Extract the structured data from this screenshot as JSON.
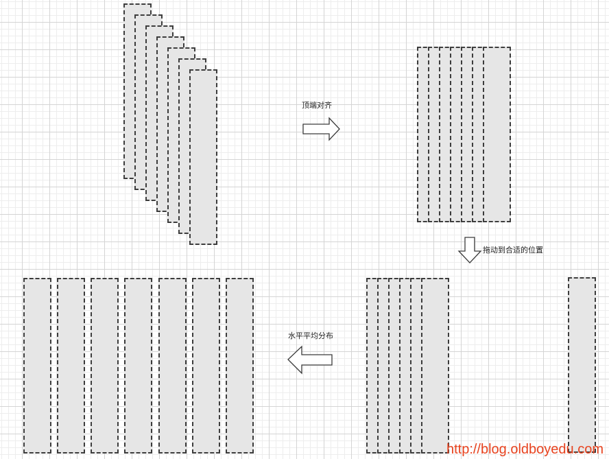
{
  "steps": {
    "top_align": "顶端对齐",
    "drag": "拖动到合适的位置",
    "distribute": "水平平均分布"
  },
  "watermark": "http://blog.oldboyedu.com",
  "colors": {
    "rect_fill": "#e6e6e6",
    "rect_stroke": "#3c3c3c",
    "watermark": "#e8431f"
  }
}
